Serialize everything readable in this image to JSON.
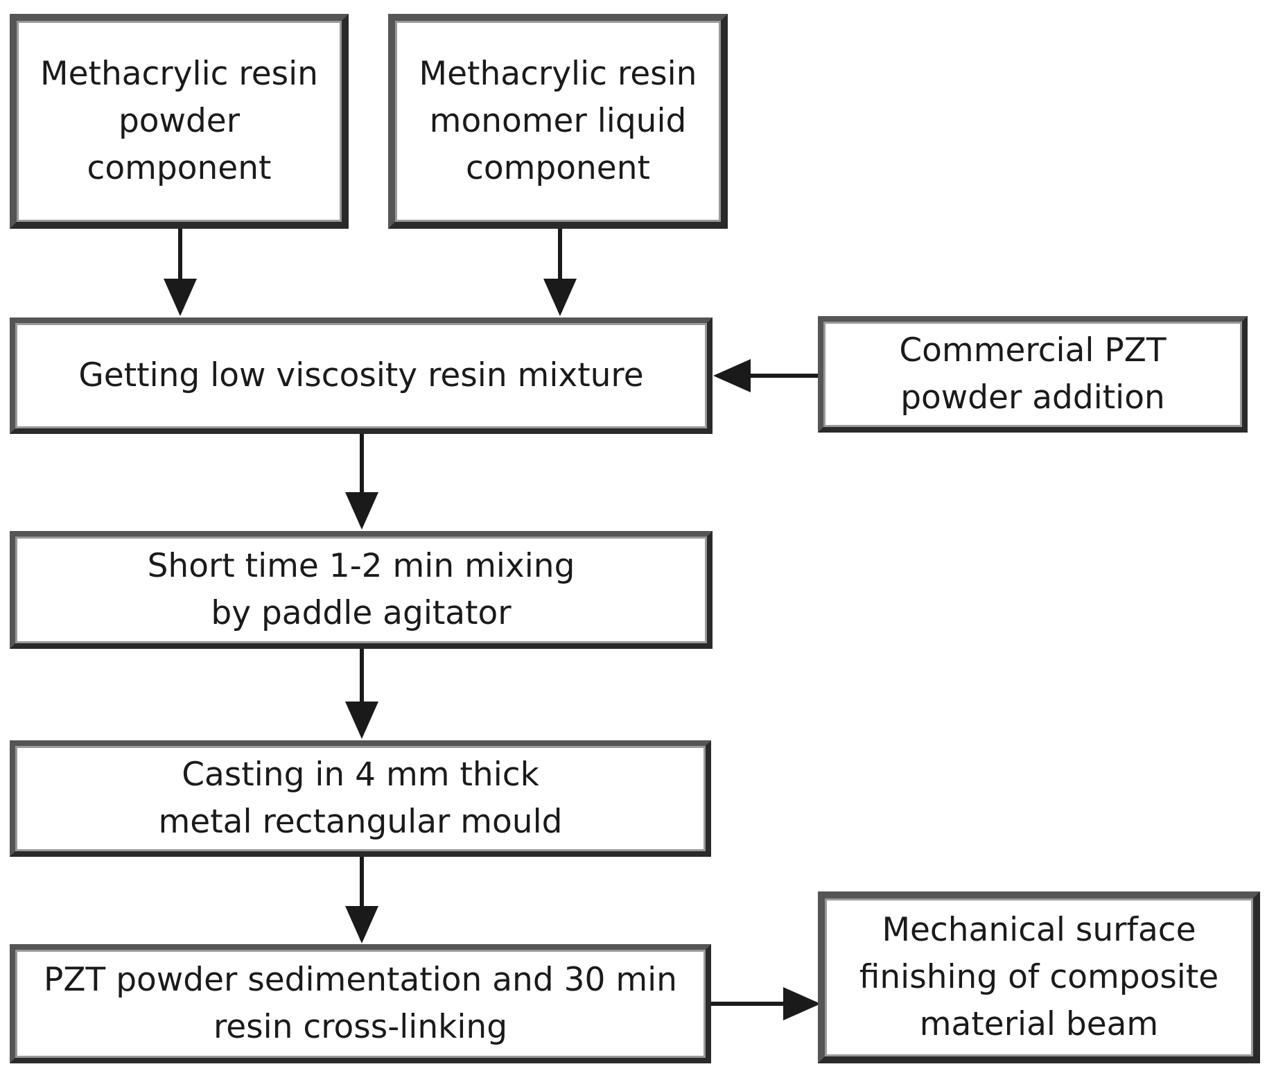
{
  "diagram": {
    "nodes": {
      "powder": {
        "lines": [
          "Methacrylic resin",
          "powder",
          "component"
        ]
      },
      "monomer": {
        "lines": [
          "Methacrylic resin",
          "monomer liquid",
          "component"
        ]
      },
      "mixture": {
        "lines": [
          "Getting low viscosity resin mixture"
        ]
      },
      "pzt": {
        "lines": [
          "Commercial PZT",
          "powder addition"
        ]
      },
      "mixing": {
        "lines": [
          "Short time 1-2 min mixing",
          "by paddle agitator"
        ]
      },
      "casting": {
        "lines": [
          "Casting in 4 mm thick",
          "metal rectangular mould"
        ]
      },
      "sedimentation": {
        "lines": [
          "PZT powder sedimentation and 30 min",
          "resin cross-linking"
        ]
      },
      "finishing": {
        "lines": [
          "Mechanical surface",
          "finishing of composite",
          "material beam"
        ]
      }
    },
    "edges": [
      {
        "from": "powder",
        "to": "mixture"
      },
      {
        "from": "monomer",
        "to": "mixture"
      },
      {
        "from": "pzt",
        "to": "mixture"
      },
      {
        "from": "mixture",
        "to": "mixing"
      },
      {
        "from": "mixing",
        "to": "casting"
      },
      {
        "from": "casting",
        "to": "sedimentation"
      },
      {
        "from": "sedimentation",
        "to": "finishing"
      }
    ]
  },
  "colors": {
    "stroke": "#1a1a1a",
    "border": "#2a2a2a",
    "background": "#ffffff"
  }
}
